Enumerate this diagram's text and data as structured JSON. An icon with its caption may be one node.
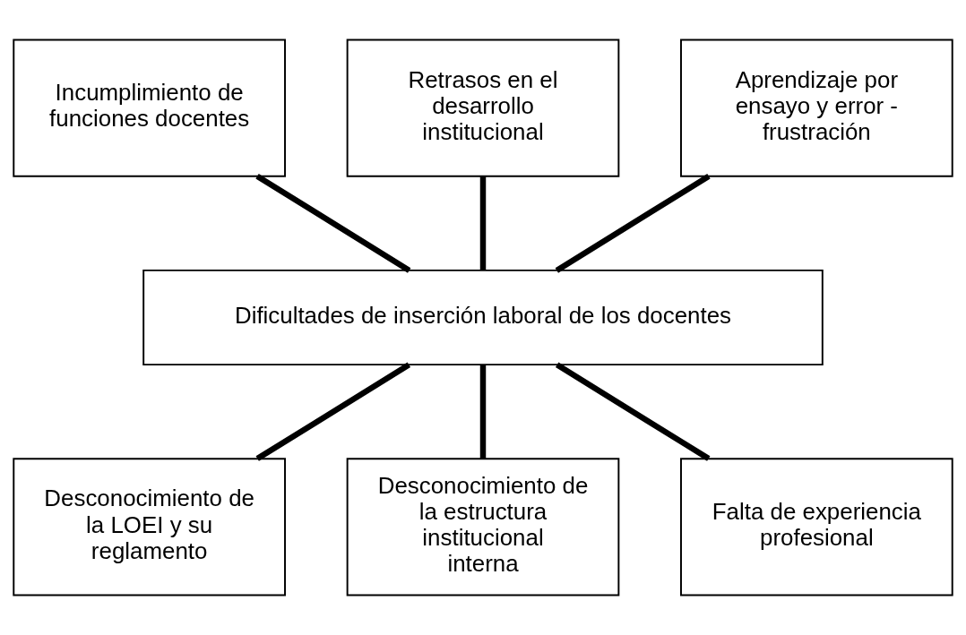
{
  "diagram": {
    "nodes": [
      {
        "text": [
          "Incumplimiento de funciones docentes"
        ]
      },
      {
        "text": [
          "Retrasos en el desarrollo institucional"
        ]
      },
      {
        "text": [
          "Aprendizaje por ensayo y error - frustración"
        ]
      },
      {
        "text": [
          "Dificultades de inserción laboral de los docentes"
        ]
      },
      {
        "text": [
          "Desconocimiento de la LOEI y su reglamento"
        ]
      },
      {
        "text": [
          "Desconocimiento de la estructura institucional interna"
        ]
      },
      {
        "text": [
          "Falta de experiencia profesional"
        ]
      }
    ],
    "edges": [
      {
        "from": 0,
        "to": 3,
        "arrow": "none"
      },
      {
        "from": 1,
        "to": 3,
        "arrow": "none"
      },
      {
        "from": 2,
        "to": 3,
        "arrow": "none"
      },
      {
        "from": 3,
        "to": 4,
        "arrow": "none"
      },
      {
        "from": 3,
        "to": 5,
        "arrow": "none"
      },
      {
        "from": 3,
        "to": 6,
        "arrow": "none"
      }
    ]
  }
}
